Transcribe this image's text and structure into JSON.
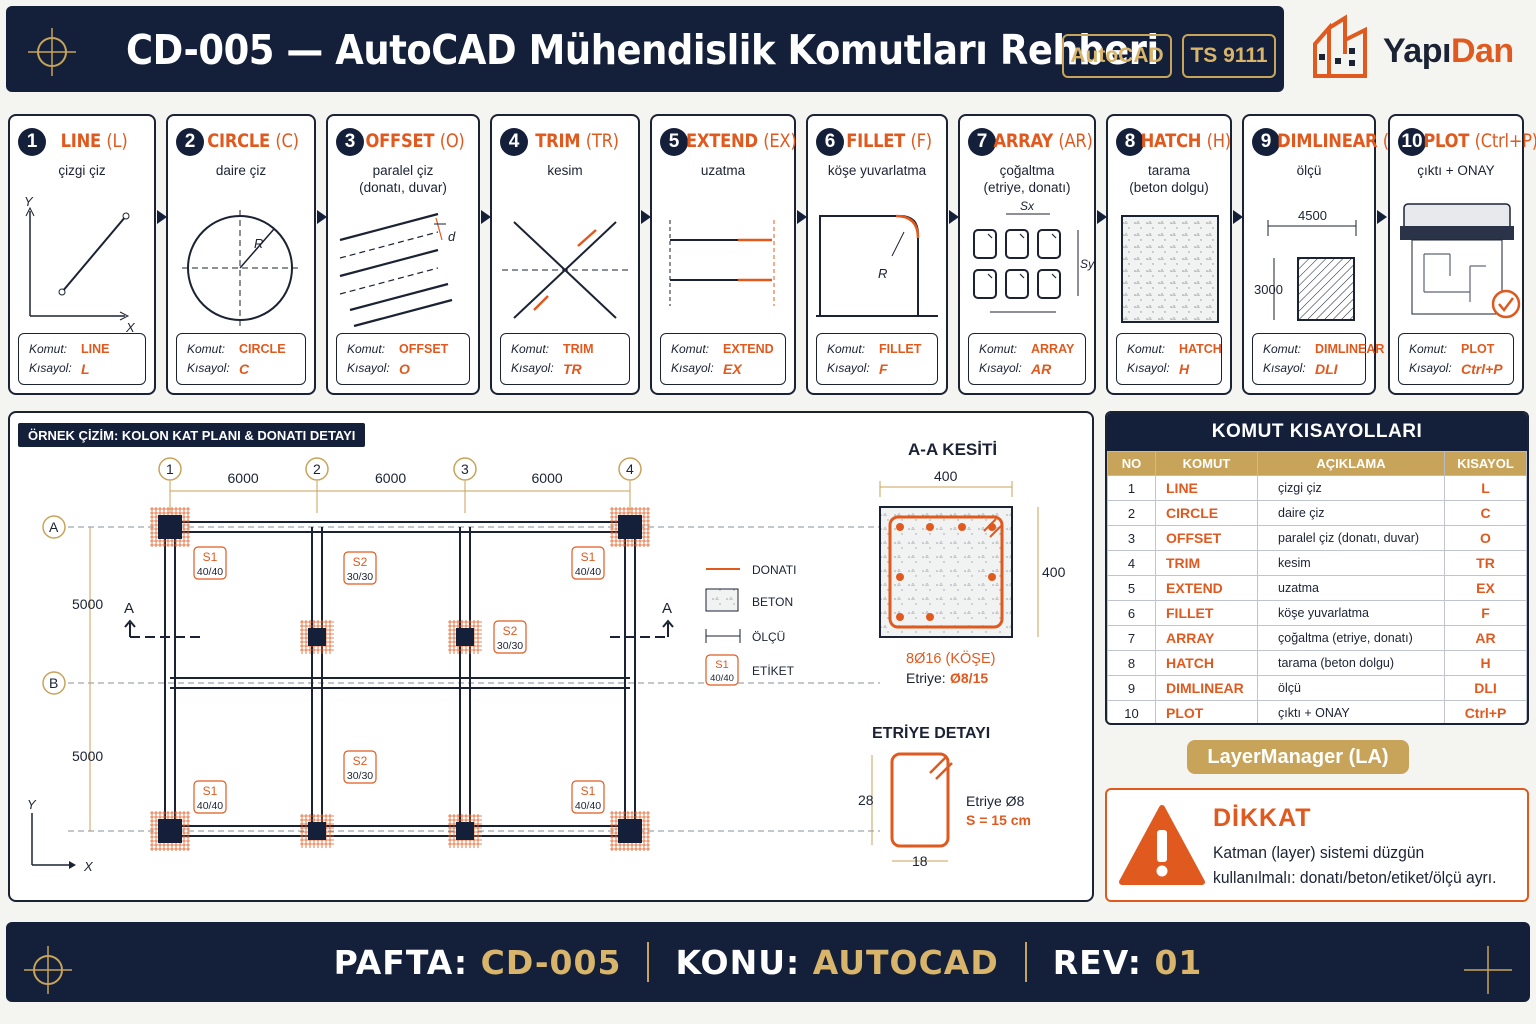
{
  "header": {
    "title": "CD-005 — AutoCAD Mühendislik Komutları Rehberi",
    "badge1": "AutoCAD",
    "badge2": "TS 9111",
    "logo_part1": "Yapı",
    "logo_part2": "Dan"
  },
  "colors": {
    "navy": "#14203a",
    "orange": "#e05a1f",
    "gold": "#c8a35a"
  },
  "key_labels": {
    "komut": "Komut:",
    "kisayol": "Kısayol:"
  },
  "commands": [
    {
      "no": "1",
      "name": "LINE",
      "short": "(L)",
      "desc": [
        "çizgi çiz"
      ],
      "komut": "LINE",
      "kisayol": "L"
    },
    {
      "no": "2",
      "name": "CIRCLE",
      "short": "(C)",
      "desc": [
        "daire çiz"
      ],
      "komut": "CIRCLE",
      "kisayol": "C"
    },
    {
      "no": "3",
      "name": "OFFSET",
      "short": "(O)",
      "desc": [
        "paralel çiz",
        "(donatı, duvar)"
      ],
      "komut": "OFFSET",
      "kisayol": "O"
    },
    {
      "no": "4",
      "name": "TRIM",
      "short": "(TR)",
      "desc": [
        "kesim"
      ],
      "komut": "TRIM",
      "kisayol": "TR"
    },
    {
      "no": "5",
      "name": "EXTEND",
      "short": "(EX)",
      "desc": [
        "uzatma"
      ],
      "komut": "EXTEND",
      "kisayol": "EX"
    },
    {
      "no": "6",
      "name": "FILLET",
      "short": "(F)",
      "desc": [
        "köşe yuvarlatma"
      ],
      "komut": "FILLET",
      "kisayol": "F"
    },
    {
      "no": "7",
      "name": "ARRAY",
      "short": "(AR)",
      "desc": [
        "çoğaltma",
        "(etriye, donatı)"
      ],
      "komut": "ARRAY",
      "kisayol": "AR"
    },
    {
      "no": "8",
      "name": "HATCH",
      "short": "(H)",
      "desc": [
        "tarama",
        "(beton dolgu)"
      ],
      "komut": "HATCH",
      "kisayol": "H"
    },
    {
      "no": "9",
      "name": "DIMLINEAR",
      "short": "(DLI)",
      "desc": [
        "ölçü"
      ],
      "komut": "DIMLINEAR",
      "kisayol": "DLI"
    },
    {
      "no": "10",
      "name": "PLOT",
      "short": "(Ctrl+P)",
      "desc": [
        "çıktı + ONAY"
      ],
      "komut": "PLOT",
      "kisayol": "Ctrl+P"
    }
  ],
  "illus": {
    "line_y": "Y",
    "line_x": "X",
    "circle_r": "R",
    "offset_d": "d",
    "fillet_r": "R",
    "array_sx": "Sx",
    "array_sy": "Sy",
    "dim_w": "4500",
    "dim_h": "3000"
  },
  "plan": {
    "tag": "ÖRNEK ÇİZİM: KOLON KAT PLANI & DONATI DETAYI",
    "grid_x": [
      "1",
      "2",
      "3",
      "4"
    ],
    "grid_y": [
      "A",
      "B"
    ],
    "span_x": [
      "6000",
      "6000",
      "6000"
    ],
    "span_y": [
      "5000",
      "5000"
    ],
    "section_mark": "A",
    "axis_y": "Y",
    "axis_x": "X",
    "labels": [
      {
        "t": "S1",
        "s": "40/40"
      },
      {
        "t": "S2",
        "s": "30/30"
      },
      {
        "t": "S1",
        "s": "40/40"
      },
      {
        "t": "S2",
        "s": "30/30"
      },
      {
        "t": "S2",
        "s": "30/30"
      },
      {
        "t": "S1",
        "s": "40/40"
      },
      {
        "t": "S1",
        "s": "40/40"
      }
    ],
    "legend": [
      "DONATI",
      "BETON",
      "ÖLÇÜ",
      "ETİKET"
    ],
    "legend_tag": {
      "t": "S1",
      "s": "40/40"
    }
  },
  "section": {
    "title": "A-A KESİTİ",
    "w": "400",
    "h": "400",
    "rebar": "8Ø16 (KÖŞE)",
    "stirrup_label": "Etriye:",
    "stirrup_val": "Ø8/15"
  },
  "stirrup_detail": {
    "title": "ETRİYE DETAYI",
    "h": "28",
    "w": "18",
    "line1": "Etriye  Ø8",
    "line2": "S = 15 cm"
  },
  "table": {
    "title": "KOMUT KISAYOLLARI",
    "headers": [
      "NO",
      "KOMUT",
      "AÇIKLAMA",
      "KISAYOL"
    ],
    "rows": [
      [
        "1",
        "LINE",
        "çizgi çiz",
        "L"
      ],
      [
        "2",
        "CIRCLE",
        "daire çiz",
        "C"
      ],
      [
        "3",
        "OFFSET",
        "paralel çiz (donatı, duvar)",
        "O"
      ],
      [
        "4",
        "TRIM",
        "kesim",
        "TR"
      ],
      [
        "5",
        "EXTEND",
        "uzatma",
        "EX"
      ],
      [
        "6",
        "FILLET",
        "köşe yuvarlatma",
        "F"
      ],
      [
        "7",
        "ARRAY",
        "çoğaltma (etriye, donatı)",
        "AR"
      ],
      [
        "8",
        "HATCH",
        "tarama (beton dolgu)",
        "H"
      ],
      [
        "9",
        "DIMLINEAR",
        "ölçü",
        "DLI"
      ],
      [
        "10",
        "PLOT",
        "çıktı + ONAY",
        "Ctrl+P"
      ]
    ]
  },
  "layer_button": "LayerManager (LA)",
  "warning": {
    "title": "DİKKAT",
    "text": "Katman (layer) sistemi düzgün kullanılmalı: donatı/beton/etiket/ölçü ayrı."
  },
  "footer": {
    "l1": "PAFTA:",
    "v1": "CD-005",
    "l2": "KONU:",
    "v2": "AUTOCAD",
    "l3": "REV:",
    "v3": "01"
  }
}
